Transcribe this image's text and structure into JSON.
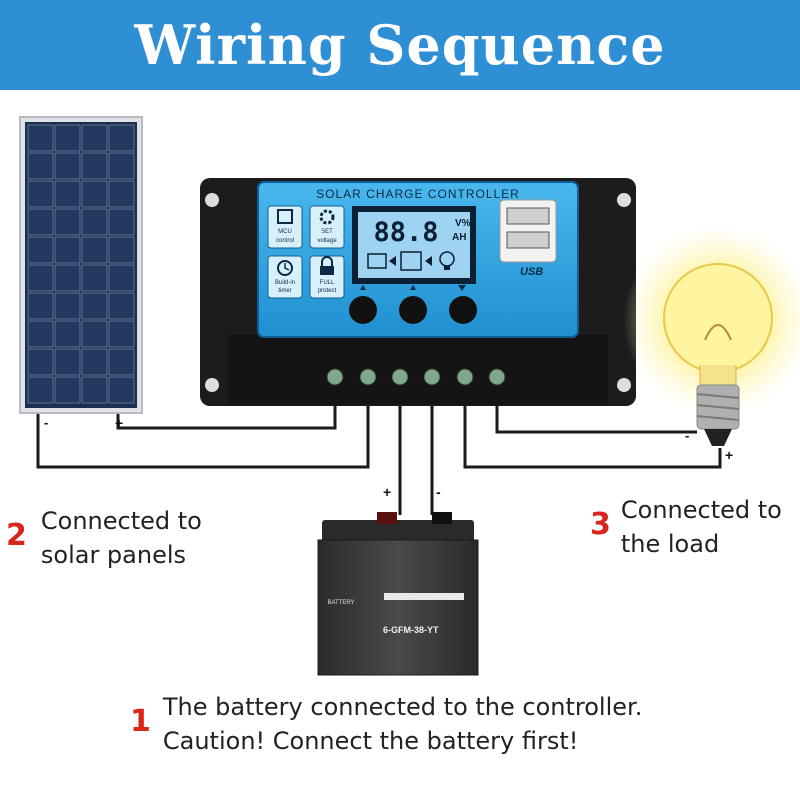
{
  "banner": {
    "title": "Wiring Sequence",
    "color": "#2f8fd5"
  },
  "controller": {
    "title": "SOLAR CHARGE CONTROLLER",
    "display_value": "88.8",
    "display_units": [
      "V%",
      "AH"
    ],
    "icons": [
      {
        "icon": "mcu-chip-icon",
        "label": [
          "MCU",
          "control"
        ]
      },
      {
        "icon": "gear-icon",
        "label": [
          "SET",
          "voltage"
        ]
      },
      {
        "icon": "clock-icon",
        "label": [
          "Build-in",
          "timer"
        ]
      },
      {
        "icon": "lock-icon",
        "label": [
          "FULL",
          "protect"
        ]
      }
    ],
    "usb_label": "USB"
  },
  "battery": {
    "brand": "BATTERY",
    "model": "6-GFM-38-YT",
    "plus": "+",
    "minus": "-"
  },
  "polarity": {
    "panel_minus": "-",
    "panel_plus": "+",
    "load_minus": "-",
    "load_plus": "+"
  },
  "steps": [
    {
      "number": "1",
      "lines": [
        "The battery connected to the controller.",
        "Caution! Connect the battery first!"
      ]
    },
    {
      "number": "2",
      "lines": [
        "Connected to",
        "solar panels"
      ]
    },
    {
      "number": "3",
      "lines": [
        "Connected to",
        "the load"
      ]
    }
  ],
  "colors": {
    "step_number": "#d9251c",
    "controller_face": "#2fa3e0",
    "panel": "#1c2f4f"
  }
}
